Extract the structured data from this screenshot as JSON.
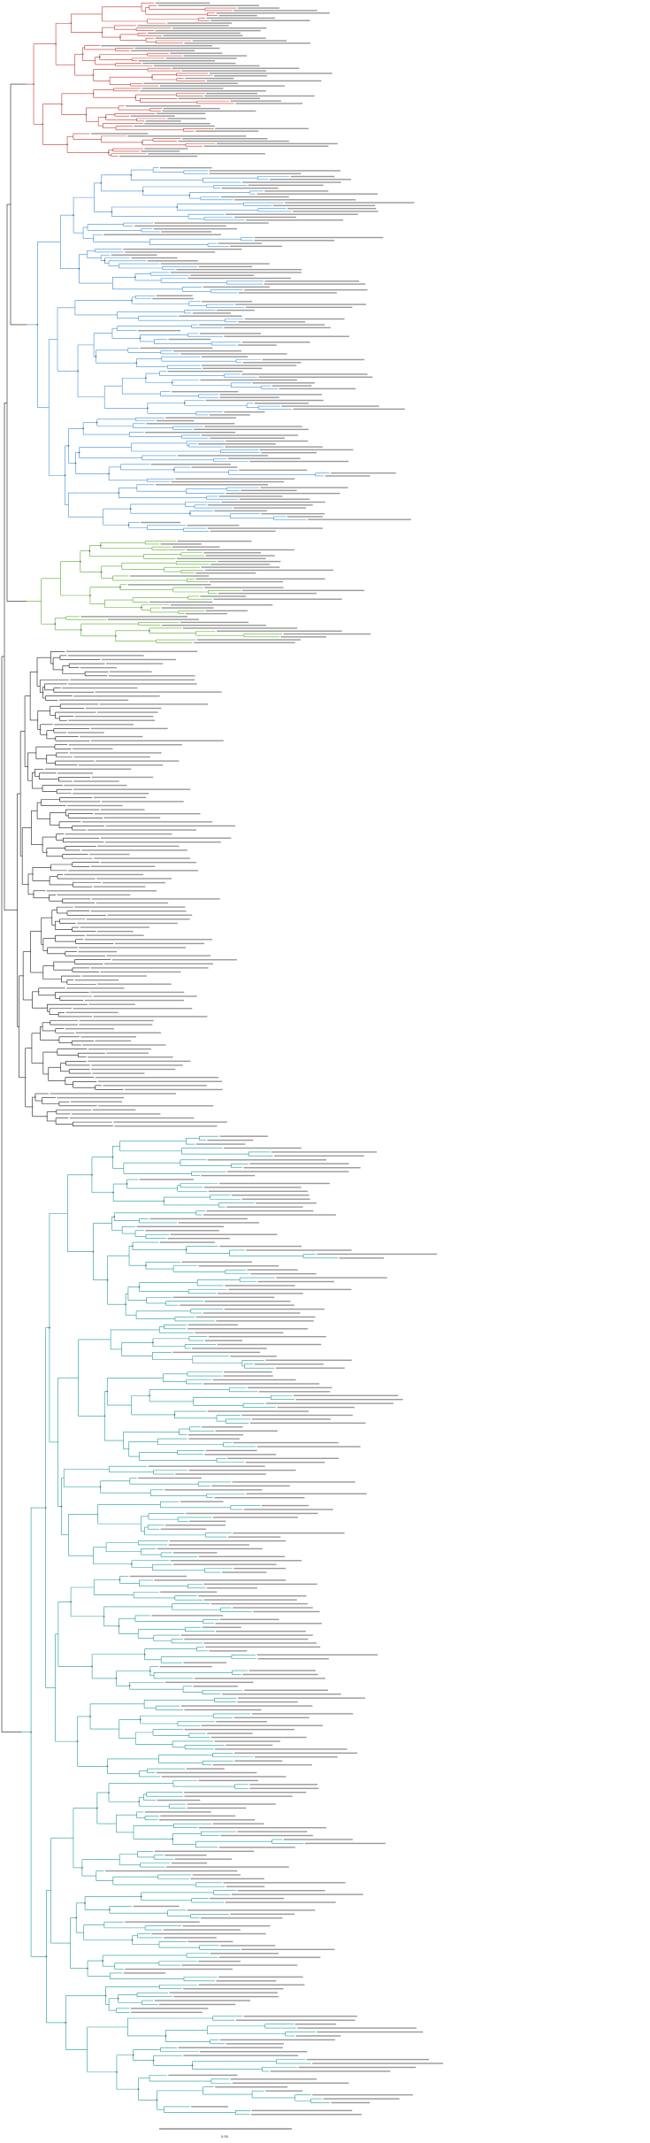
{
  "figure": {
    "type": "phylogenetic-tree",
    "background": "#ffffff",
    "clades": [
      {
        "id": "clade-red",
        "color": "#c0392b",
        "leaf_count": 62
      },
      {
        "id": "clade-blue",
        "color": "#3a8fd6",
        "leaf_count": 126
      },
      {
        "id": "clade-green",
        "color": "#5aac2a",
        "leaf_count": 36
      },
      {
        "id": "clade-black",
        "color": "#1a1a1a",
        "leaf_count": 118
      },
      {
        "id": "clade-teal",
        "color": "#1c9a9a",
        "leaf_count": 250
      }
    ],
    "leaf_label_text": "",
    "support_label_text": "",
    "scale_bar": {
      "label": "0.05"
    }
  }
}
